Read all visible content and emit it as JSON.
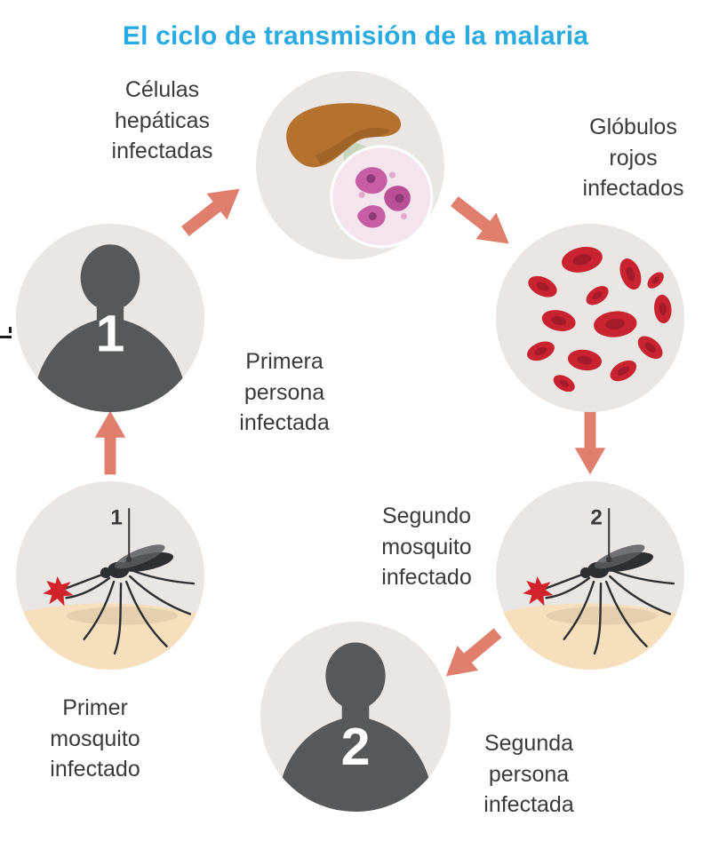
{
  "title": "El ciclo de transmisión de la malaria",
  "nodes": {
    "hepatic": {
      "label": "Células\nhepáticas\ninfectadas"
    },
    "red_cells": {
      "label": "Glóbulos\nrojos\ninfectados"
    },
    "person1": {
      "label": "Primera\npersona\ninfectada",
      "number": "1"
    },
    "mosquito2": {
      "label": "Segundo\nmosquito\ninfectado",
      "number": "2"
    },
    "mosquito1": {
      "label": "Primer\nmosquito\ninfectado",
      "number": "1"
    },
    "person2": {
      "label": "Segunda\npersona\ninfectada",
      "number": "2"
    }
  },
  "cycle_arrows": [
    {
      "from": "person1",
      "to": "hepatic"
    },
    {
      "from": "hepatic",
      "to": "red_cells"
    },
    {
      "from": "red_cells",
      "to": "mosquito2"
    },
    {
      "from": "mosquito2",
      "to": "person2"
    },
    {
      "from": "mosquito1",
      "to": "person1"
    }
  ],
  "icons": {
    "liver-icon": "liver with magnified infected cell",
    "red-blood-cell-icon": "scattered red blood cells",
    "person-silhouette-icon": "dark human silhouette with number",
    "mosquito-icon": "mosquito biting skin",
    "bite-splat-icon": "red bite splat"
  },
  "colors": {
    "title-blue": "#29abe2",
    "arrow-salmon": "#e17f6e",
    "circle-gray": "#e9e6e3",
    "silhouette-gray": "#57585a",
    "blood-red": "#c92331",
    "skin-tone": "#f6dfbc",
    "liver-brown": "#b5722f",
    "label-text": "#3a3a3a"
  }
}
